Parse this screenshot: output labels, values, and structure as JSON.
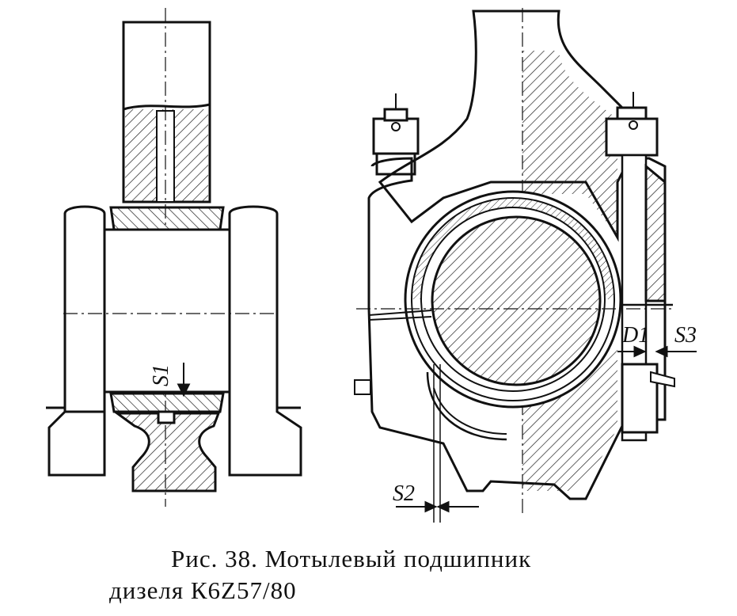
{
  "figure": {
    "labels": {
      "s1": "S1",
      "s2": "S2",
      "s3": "S3",
      "d1": "D1"
    }
  },
  "caption": {
    "line1": "Рис. 38. Мотылевый подшипник",
    "line2": "дизеля К6Z57/80"
  },
  "colors": {
    "ink": "#111111",
    "paper": "#ffffff"
  }
}
